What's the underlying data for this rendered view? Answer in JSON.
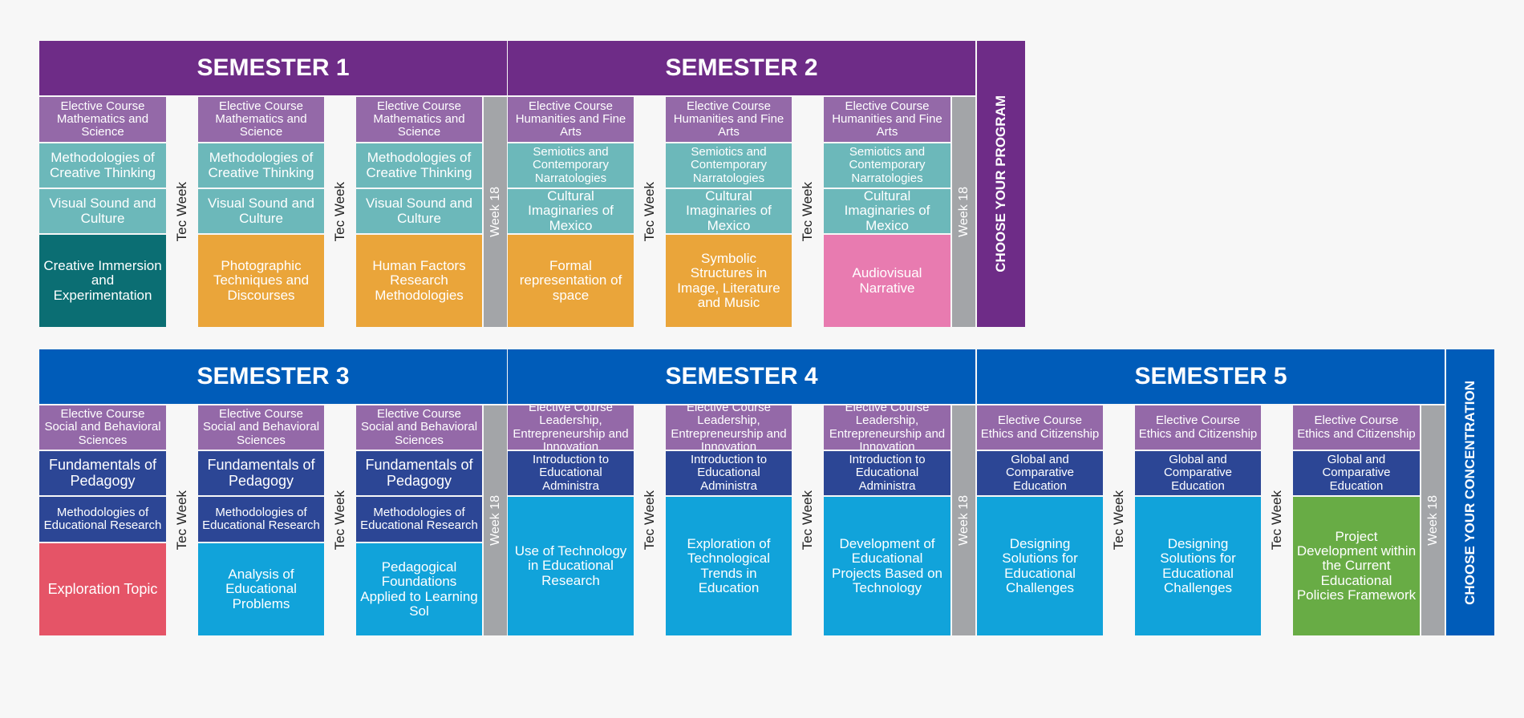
{
  "colors": {
    "purple_header": "#6e2c87",
    "blue_header": "#005cb9",
    "elective_purple": "#9469a8",
    "teal": "#6cb8ba",
    "navy": "#2c4695",
    "sky": "#11a3da",
    "dark_teal": "#0b6e73",
    "orange": "#eaa53a",
    "pink": "#e87bb0",
    "red": "#e55467",
    "green": "#68ac45",
    "week_grey": "#a3a5a8"
  },
  "top": {
    "semester1": "SEMESTER 1",
    "semester2": "SEMESTER 2",
    "choose": "CHOOSE YOUR PROGRAM",
    "week18": "Week 18",
    "tec1": "Tec Week",
    "tec2": "Tec Week",
    "tec3": "Tec Week",
    "tec4": "Tec Week",
    "cols": [
      [
        "Elective Course Mathematics and Science",
        "Methodologies of Creative Thinking",
        "Visual Sound and Culture",
        "Creative Immersion and Experimentation"
      ],
      [
        "Elective Course Mathematics and Science",
        "Methodologies of Creative Thinking",
        "Visual Sound and Culture",
        "Photographic Techniques and Discourses"
      ],
      [
        "Elective Course Mathematics and Science",
        "Methodologies of Creative Thinking",
        "Visual Sound and Culture",
        "Human Factors Research Methodologies"
      ],
      [
        "Elective Course Humanities and Fine Arts",
        "Semiotics and Contemporary Narratologies",
        "Cultural Imaginaries of Mexico",
        "Formal representation of space"
      ],
      [
        "Elective Course Humanities and Fine Arts",
        "Semiotics and Contemporary Narratologies",
        "Cultural Imaginaries of Mexico",
        "Symbolic Structures in Image, Literature and Music"
      ],
      [
        "Elective Course Humanities and Fine Arts",
        "Semiotics and Contemporary Narratologies",
        "Cultural Imaginaries of Mexico",
        "Audiovisual Narrative"
      ]
    ],
    "week18_2": "Week 18"
  },
  "bottom": {
    "semester3": "SEMESTER 3",
    "semester4": "SEMESTER 4",
    "semester5": "SEMESTER 5",
    "choose": "CHOOSE YOUR CONCENTRATION",
    "week18_a": "Week 18",
    "week18_b": "Week 18",
    "week18_c": "Week 18",
    "tec1": "Tec Week",
    "tec2": "Tec Week",
    "tec3": "Tec Week",
    "tec4": "Tec Week",
    "tec5": "Tec Week",
    "tec6": "Tec Week",
    "cols": [
      [
        "Elective Course Social and Behavioral Sciences",
        "Fundamentals of Pedagogy",
        "Methodologies of Educational Research",
        "Exploration Topic"
      ],
      [
        "Elective Course Social and Behavioral Sciences",
        "Fundamentals of Pedagogy",
        "Methodologies of Educational Research",
        "Analysis of Educational Problems"
      ],
      [
        "Elective Course Social and Behavioral Sciences",
        "Fundamentals of Pedagogy",
        "Methodologies of Educational Research",
        "Pedagogical Foundations Applied to Learning Sol"
      ],
      [
        "Elective Course Leadership, Entrepreneurship and Innovation",
        "Introduction to Educational Administra",
        "Use of Technology in Educational Research"
      ],
      [
        "Elective Course Leadership, Entrepreneurship and Innovation",
        "Introduction to Educational Administra",
        "Exploration of Technological Trends in Education"
      ],
      [
        "Elective Course Leadership, Entrepreneurship and Innovation",
        "Introduction to Educational Administra",
        "Development of Educational Projects Based on Technology"
      ],
      [
        "Elective Course Ethics and Citizenship",
        "Global and Comparative Education",
        "Designing Solutions for Educational Challenges"
      ],
      [
        "Elective Course Ethics and Citizenship",
        "Global and Comparative Education",
        "Designing Solutions for Educational Challenges"
      ],
      [
        "Elective Course Ethics and Citizenship",
        "Global and Comparative Education",
        "Project Development within the Current Educational Policies Framework"
      ]
    ]
  }
}
